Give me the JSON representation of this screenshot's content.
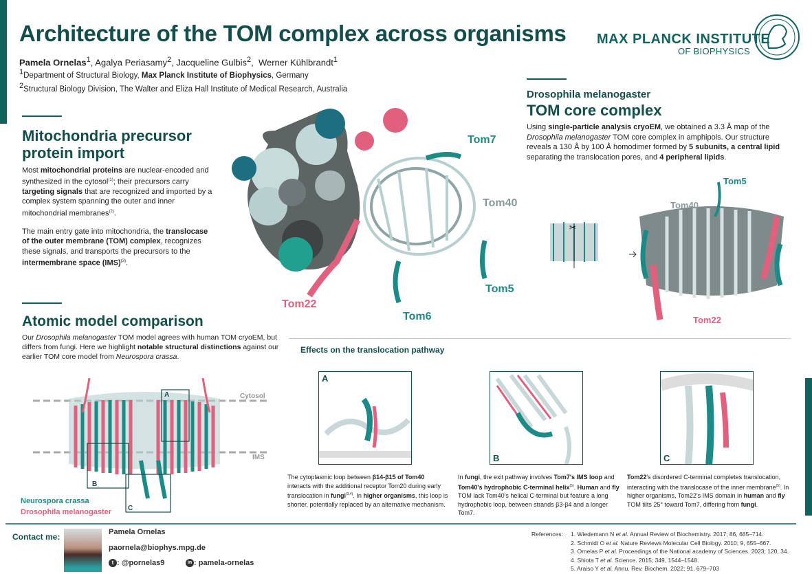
{
  "header": {
    "title": "Architecture of the TOM complex across organisms",
    "authors": [
      {
        "name": "Pamela Ornelas",
        "sup": "1"
      },
      {
        "name": "Agalya Periasamy",
        "sup": "2"
      },
      {
        "name": "Jacqueline Gulbis",
        "sup": "2"
      },
      {
        "name": "Werner Kühlbrandt",
        "sup": "1"
      }
    ],
    "affiliations": [
      {
        "sup": "1",
        "pre": "Department of Structural Biology, ",
        "bold": "Max Planck Institute of Biophysics",
        "post": ", Germany"
      },
      {
        "sup": "2",
        "pre": "Structural Biology Division, The Walter and Eliza Hall Institute of Medical Research, Australia"
      }
    ],
    "logo": {
      "line1": "MAX PLANCK INSTITUTE",
      "line2": "OF BIOPHYSICS"
    }
  },
  "intro": {
    "title": "Mitochondria precursor protein import",
    "p1": [
      "Most ",
      "mitochondrial proteins",
      " are nuclear-encoded and synthesized in the cytosol",
      "(1)",
      "; their precursors carry ",
      "targeting signals",
      " that are recognized and imported by a complex system spanning the outer and inner mitochondrial membranes",
      "(2)",
      "."
    ],
    "p2": [
      "The main entry gate into mitochondria, the ",
      "translocase of the outer membrane (TOM) complex",
      ", recognizes these signals, and transports the precursors to the ",
      "intermembrane space (IMS)",
      "(3)",
      "."
    ]
  },
  "center_figure": {
    "labels": {
      "tom7": "Tom7",
      "tom40": "Tom40",
      "tom5": "Tom5",
      "tom6": "Tom6",
      "tom22": "Tom22"
    }
  },
  "core": {
    "species": "Drosophila melanogaster",
    "title": "TOM core complex",
    "text": [
      "Using ",
      "single-particle analysis cryoEM",
      ", we obtained a 3.3 Å map of the ",
      "Drosophila melanogaster",
      " TOM core complex in amphipols. Our structure reveals a 130 Å by 100 Å homodimer formed by ",
      "5 subunits, a central lipid",
      " separating the translocation pores, and ",
      "4 peripheral lipids",
      "."
    ],
    "labels": {
      "tom5": "Tom5",
      "tom40": "Tom40",
      "tom22": "Tom22"
    }
  },
  "atomic": {
    "title": "Atomic model comparison",
    "text": [
      "Our ",
      "Drosophila melanogaster",
      " TOM model agrees with human TOM cryoEM, but differs from fungi. Here we highlight ",
      "notable structural distinctions",
      " against our earlier TOM core model from ",
      "Neurospora crassa",
      "."
    ],
    "cytosol": "Cytosol",
    "ims": "IMS",
    "boxes": [
      "A",
      "B",
      "C"
    ],
    "legend": [
      {
        "name": "Neurospora crassa",
        "color": "#1c8a86"
      },
      {
        "name": "Drosophila melanogaster",
        "color": "#e0607e"
      }
    ]
  },
  "effects": {
    "title": "Effects on the translocation pathway",
    "panels": [
      {
        "label": "A",
        "text": [
          "The cytoplasmic loop between ",
          "β14-β15 of Tom40",
          " interacts with the additional receptor Tom20 during early translocation in ",
          "fungi",
          "(3,4)",
          ". In ",
          "higher organisms",
          ", this loop is shorter, potentially replaced by an alternative mechanism."
        ]
      },
      {
        "label": "B",
        "text": [
          "In ",
          "fungi",
          ", the exit pathway involves ",
          "Tom7's IMS loop",
          " and ",
          "Tom40's hydrophobic C-terminal helix",
          "(5)",
          ". ",
          "Human",
          " and ",
          "fly",
          " TOM lack Tom40's helical C-terminal but feature a long hydrophobic loop, between strands β3-β4 and a longer Tom7."
        ]
      },
      {
        "label": "C",
        "text": [
          "Tom22",
          "'s disordered C-terminal completes translocation, interacting with the translocase of the inner membrane",
          "(5)",
          ". In higher organisms, Tom22's IMS domain in ",
          "human",
          " and ",
          "fly",
          " TOM tilts 25° toward Tom7, differing from ",
          "fungi",
          "."
        ]
      }
    ]
  },
  "contact": {
    "label": "Contact me:",
    "name": "Pamela Ornelas",
    "email": "paornela@biophys.mpg.de",
    "twitter": ": @pornelas9",
    "linkedin": ": pamela-ornelas"
  },
  "references": {
    "label": "References:",
    "items": [
      {
        "n": "1. ",
        "a": "Wiedemann N ",
        "etal": "et al.",
        "b": " Annual Review of Biochemistry. 2017; 86, 685–714."
      },
      {
        "n": "2. ",
        "a": "Schmidt O ",
        "etal": "et al.",
        "b": " Nature Reviews Molecular Cell Biology. 2010; 9, 655–667."
      },
      {
        "n": "3. ",
        "a": "Ornelas P ",
        "etal": "et al.",
        "b": " Proceedings of the National academy of Sciences. 2023; 120, 34."
      },
      {
        "n": "4. ",
        "a": "Shiota T ",
        "etal": "et al.",
        "b": " Science. 2015; 349, 1544–1548."
      },
      {
        "n": "5. ",
        "a": "Araiso Y ",
        "etal": "et al.",
        "b": " Annu. Rev. Biochem. 2022; 91, 679–703"
      }
    ]
  },
  "colors": {
    "brand": "#134e4b",
    "teal": "#1c8a86",
    "pink": "#e0607e",
    "grey": "#8a9a9a"
  }
}
